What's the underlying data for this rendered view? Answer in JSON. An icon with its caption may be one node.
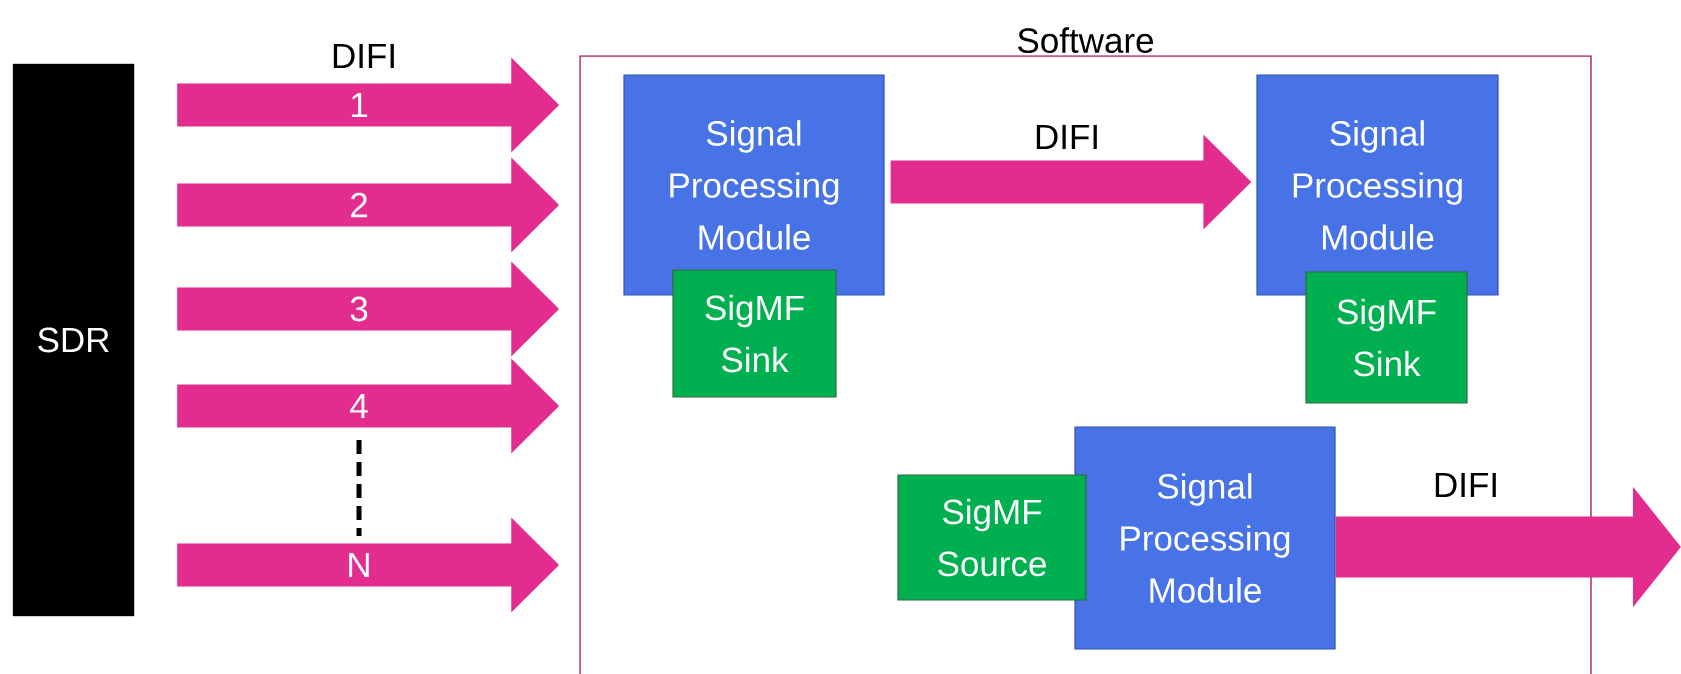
{
  "diagram": {
    "nodes": [
      {
        "text": [
          "SDR"
        ]
      },
      {
        "text": [
          "Software"
        ]
      },
      {
        "text": [
          "Signal Processing Module"
        ],
        "in": 1
      },
      {
        "text": [
          "SigMF Sink"
        ],
        "in": 1
      },
      {
        "text": [
          "Signal Processing Module"
        ],
        "in": 1
      },
      {
        "text": [
          "SigMF Sink"
        ],
        "in": 1
      },
      {
        "text": [
          "SigMF Source"
        ],
        "in": 1
      },
      {
        "text": [
          "Signal Processing Module"
        ],
        "in": 1
      }
    ],
    "edges": [
      {
        "from": 0,
        "to": 1,
        "arrow": "to",
        "label": "1"
      },
      {
        "from": 0,
        "to": 1,
        "arrow": "to",
        "label": "2"
      },
      {
        "from": 0,
        "to": 1,
        "arrow": "to",
        "label": "3"
      },
      {
        "from": 0,
        "to": 1,
        "arrow": "to",
        "label": "4"
      },
      {
        "from": 0,
        "to": 1,
        "arrow": "to",
        "label": "N"
      },
      {
        "from": 2,
        "to": 4,
        "arrow": "to",
        "label": "DIFI"
      },
      {
        "from": 7,
        "to": null,
        "arrow": "to",
        "label": "DIFI"
      }
    ],
    "labels": [
      "DIFI"
    ]
  }
}
